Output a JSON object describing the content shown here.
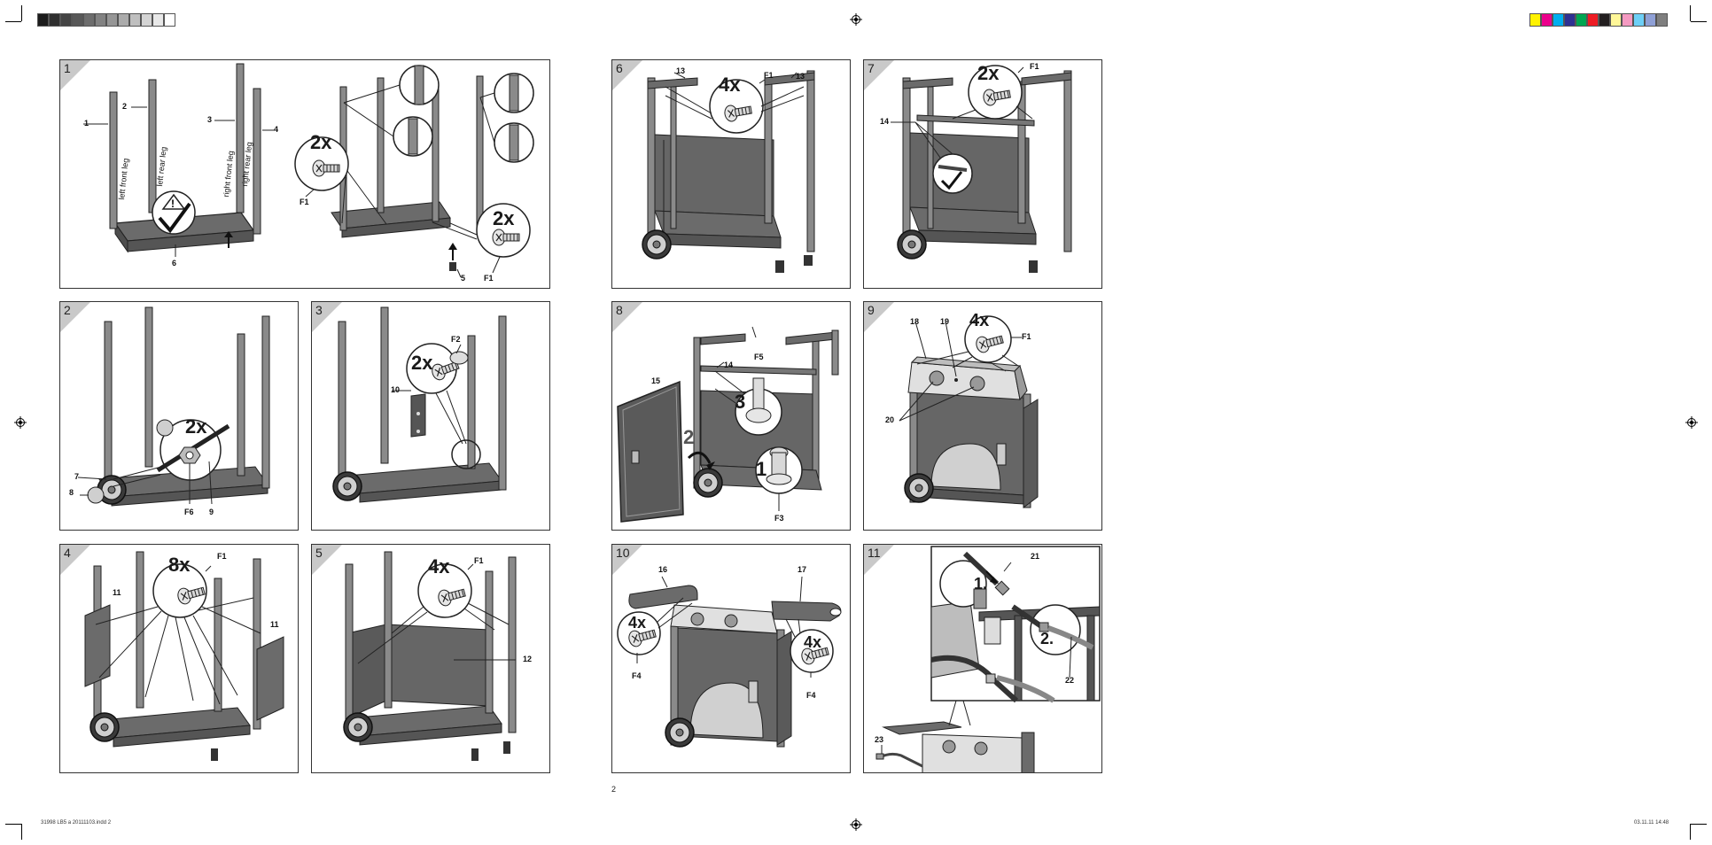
{
  "gray_ramp": [
    "#1c1c1c",
    "#2f2f2f",
    "#444444",
    "#585858",
    "#6d6d6d",
    "#828282",
    "#969696",
    "#ababab",
    "#bfbfbf",
    "#d4d4d4",
    "#e8e8e8",
    "#ffffff"
  ],
  "color_bar": [
    "#fff200",
    "#ec008c",
    "#00aeef",
    "#2e3192",
    "#00a651",
    "#ed1c24",
    "#231f20",
    "#fff799",
    "#f49ac1",
    "#6dcff6",
    "#8fa0d6",
    "#7f7f7f"
  ],
  "panels": [
    {
      "number": "1",
      "labels": {
        "l1": "1",
        "l2": "2",
        "l3": "3",
        "l4": "4",
        "l5": "5",
        "l6": "6",
        "f1a": "F1",
        "f1b": "F1",
        "c2a": "2x",
        "c2b": "2x",
        "leg_lf": "left front leg",
        "leg_lr": "left rear leg",
        "leg_rf": "right front leg",
        "leg_rr": "right rear leg"
      }
    },
    {
      "number": "2",
      "labels": {
        "l7": "7",
        "l8": "8",
        "l9": "9",
        "f6": "F6",
        "c": "2x"
      }
    },
    {
      "number": "3",
      "labels": {
        "l10": "10",
        "f2": "F2",
        "c": "2x"
      }
    },
    {
      "number": "4",
      "labels": {
        "l11a": "11",
        "l11b": "11",
        "f1": "F1",
        "c": "8x"
      }
    },
    {
      "number": "5",
      "labels": {
        "l12": "12",
        "f1": "F1",
        "c": "4x"
      }
    },
    {
      "number": "6",
      "labels": {
        "l13a": "13",
        "l13b": "13",
        "f1": "F1",
        "c": "4x"
      }
    },
    {
      "number": "7",
      "labels": {
        "l14": "14",
        "f1": "F1",
        "c": "2x"
      }
    },
    {
      "number": "8",
      "labels": {
        "l14": "14",
        "l15": "15",
        "f5": "F5",
        "f3": "F3",
        "s1": "1",
        "s2": "2",
        "s3": "3"
      }
    },
    {
      "number": "9",
      "labels": {
        "l18": "18",
        "l19": "19",
        "l20": "20",
        "f1": "F1",
        "c": "4x"
      }
    },
    {
      "number": "10",
      "labels": {
        "l16": "16",
        "l17": "17",
        "f4a": "F4",
        "f4b": "F4",
        "c1": "4x",
        "c2": "4x"
      }
    },
    {
      "number": "11",
      "labels": {
        "l21": "21",
        "l22": "22",
        "l23": "23",
        "s1": "1.",
        "s2": "2."
      }
    }
  ],
  "page_number": "2",
  "footer_left": "31998 LB5 a 20111103.indd   2",
  "footer_right": "03.11.11   14:48"
}
